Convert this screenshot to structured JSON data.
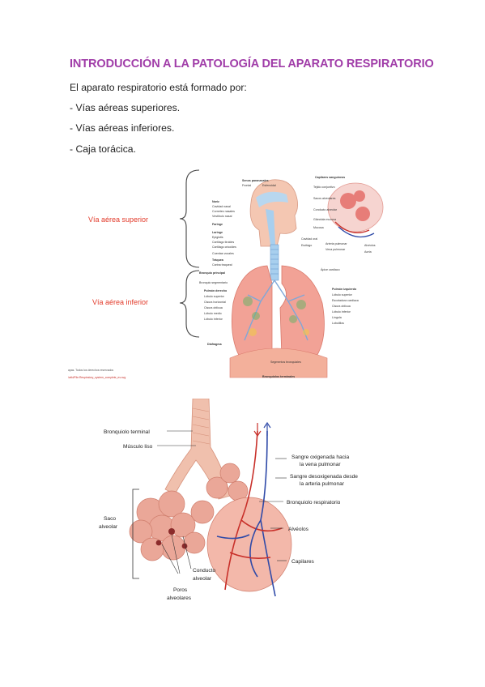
{
  "document": {
    "title": "INTRODUCCIÓN A LA PATOLOGÍA DEL APARATO RESPIRATORIO",
    "intro": "El aparato respiratorio está formado por:",
    "items": [
      "- Vías aéreas superiores.",
      "-  Vías aéreas inferiores.",
      "- Caja torácica."
    ]
  },
  "figure1": {
    "region_labels": [
      "Vía aérea superior",
      "Vía aérea inferior"
    ],
    "left_labels": [
      "Senos paranasales",
      "Frontal",
      "Esfenoidal",
      "Nariz",
      "Cavidad nasal",
      "Cornetes nasales",
      "Vestíbulo nasal",
      "Faringe",
      "Laringe",
      "Epiglotis",
      "Cartílago tiroides",
      "Cartílago cricoides",
      "Cuerdas vocales",
      "Tráquea",
      "Carina traqueal",
      "Bronquio principal",
      "Bronquio segmentario",
      "Pulmón derecho",
      "Lóbulo superior",
      "Cisura horizontal",
      "Cisura oblicua",
      "Lóbulo medio",
      "Lóbulo inferior",
      "Diafragma"
    ],
    "right_labels": [
      "Capilares sanguíneos",
      "Tejido conjuntivo",
      "Sacos alveolares",
      "Conducto alveolar",
      "Glándula mucosa",
      "Mucosa",
      "Cavidad oral",
      "Esófago",
      "Arteria pulmonar",
      "Vena pulmonar",
      "Alvéolos",
      "Aorta",
      "Ápice cardiaco",
      "Pulmón izquierdo",
      "Lóbulo superior",
      "Escotadura cardiaca",
      "Cisura oblicua",
      "Lóbulo inferior",
      "Língula",
      "Lobulillos",
      "Segmentos bronquiales",
      "Bronquiolos terminales"
    ],
    "credit_lines": [
      "apas. Todos los derechos reservados",
      "/wiki/File:Respiratory_system_complete_es.svg"
    ]
  },
  "figure2": {
    "labels": {
      "terminal_bronchiole": "Bronquiolo terminal",
      "smooth_muscle": "Músculo liso",
      "oxygenated_blood": [
        "Sangre oxigenada hacia",
        "la vena pulmonar"
      ],
      "deoxygenated_blood": [
        "Sangre desoxigenada desde",
        "la arteria pulmonar"
      ],
      "respiratory_bronchiole": "Bronquiolo respiratorio",
      "alveolar_sac": [
        "Saco",
        "alveolar"
      ],
      "alveoli": "Alvéolos",
      "capillaries": "Capilares",
      "alveolar_duct": [
        "Conducto",
        "alveolar"
      ],
      "alveolar_pores": [
        "Poros",
        "alveolares"
      ]
    }
  },
  "colors": {
    "title": "#a03ca8",
    "region_label": "#e23a2a",
    "alveoli": "#e9a595",
    "vein": "#2f4aa8",
    "artery": "#c8302a"
  }
}
